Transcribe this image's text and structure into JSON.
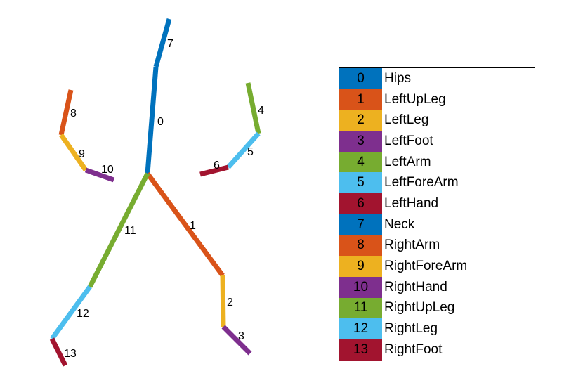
{
  "segments": [
    {
      "id": "0",
      "color": "#0072BD"
    },
    {
      "id": "1",
      "color": "#D95319"
    },
    {
      "id": "2",
      "color": "#EDB120"
    },
    {
      "id": "3",
      "color": "#7E2F8E"
    },
    {
      "id": "4",
      "color": "#77AC30"
    },
    {
      "id": "5",
      "color": "#4DBEEE"
    },
    {
      "id": "6",
      "color": "#A2142F"
    },
    {
      "id": "7",
      "color": "#0072BD"
    },
    {
      "id": "8",
      "color": "#D95319"
    },
    {
      "id": "9",
      "color": "#EDB120"
    },
    {
      "id": "10",
      "color": "#7E2F8E"
    },
    {
      "id": "11",
      "color": "#77AC30"
    },
    {
      "id": "12",
      "color": "#4DBEEE"
    },
    {
      "id": "13",
      "color": "#A2142F"
    }
  ],
  "legend": [
    {
      "index": "0",
      "name": "Hips",
      "color": "#0072BD"
    },
    {
      "index": "1",
      "name": "LeftUpLeg",
      "color": "#D95319"
    },
    {
      "index": "2",
      "name": "LeftLeg",
      "color": "#EDB120"
    },
    {
      "index": "3",
      "name": "LeftFoot",
      "color": "#7E2F8E"
    },
    {
      "index": "4",
      "name": "LeftArm",
      "color": "#77AC30"
    },
    {
      "index": "5",
      "name": "LeftForeArm",
      "color": "#4DBEEE"
    },
    {
      "index": "6",
      "name": "LeftHand",
      "color": "#A2142F"
    },
    {
      "index": "7",
      "name": "Neck",
      "color": "#0072BD"
    },
    {
      "index": "8",
      "name": "RightArm",
      "color": "#D95319"
    },
    {
      "index": "9",
      "name": "RightForeArm",
      "color": "#EDB120"
    },
    {
      "index": "10",
      "name": "RightHand",
      "color": "#7E2F8E"
    },
    {
      "index": "11",
      "name": "RightUpLeg",
      "color": "#77AC30"
    },
    {
      "index": "12",
      "name": "RightLeg",
      "color": "#4DBEEE"
    },
    {
      "index": "13",
      "name": "RightFoot",
      "color": "#A2142F"
    }
  ]
}
